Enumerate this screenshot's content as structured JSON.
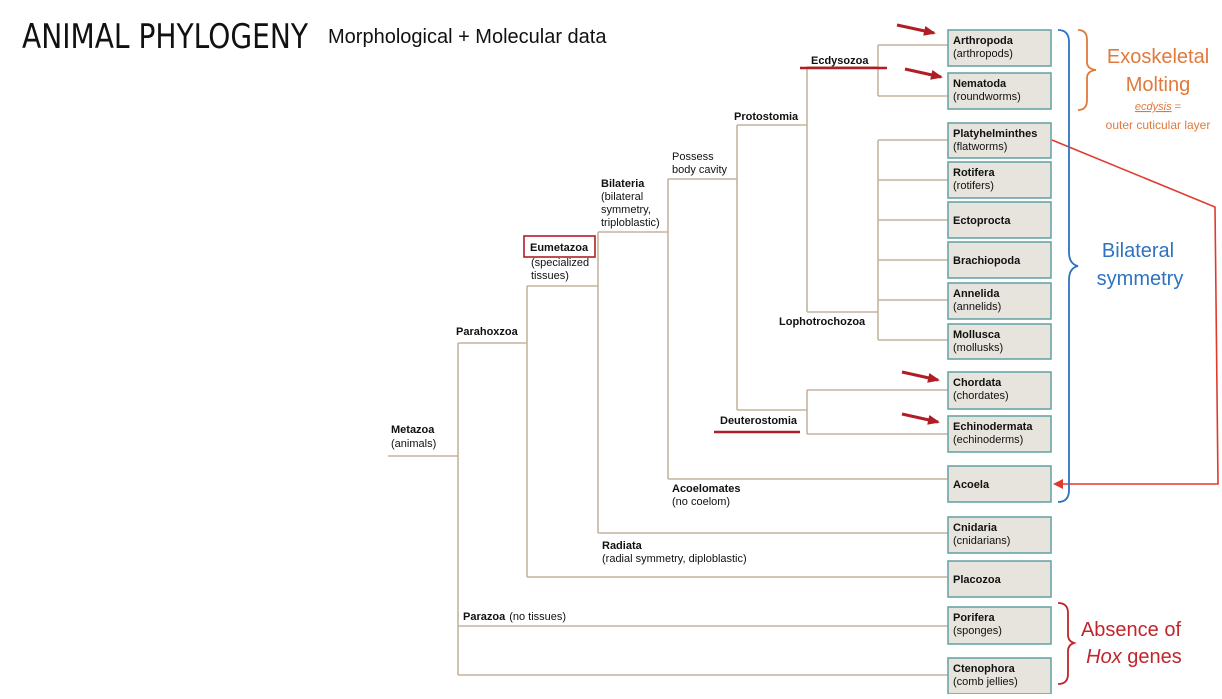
{
  "header": {
    "title": "ANIMAL PHYLOGENY",
    "subtitle": "Morphological + Molecular data"
  },
  "nodes": {
    "metazoa": {
      "name": "Metazoa",
      "desc": "(animals)"
    },
    "parahoxzoa": {
      "name": "Parahoxzoa"
    },
    "eumetazoa": {
      "name": "Eumetazoa",
      "desc1": "(specialized",
      "desc2": "tissues)"
    },
    "bilateria": {
      "name": "Bilateria",
      "desc1": "(bilateral",
      "desc2": "symmetry,",
      "desc3": "triploblastic)"
    },
    "possess": {
      "line1": "Possess",
      "line2": "body cavity"
    },
    "protostomia": {
      "name": "Protostomia"
    },
    "ecdysozoa": {
      "name": "Ecdysozoa"
    },
    "lophotrochozoa": {
      "name": "Lophotrochozoa"
    },
    "deuterostomia": {
      "name": "Deuterostomia"
    },
    "acoelomates": {
      "name": "Acoelomates",
      "desc": "(no coelom)"
    },
    "radiata": {
      "name": "Radiata",
      "desc": "(radial symmetry, diploblastic)"
    },
    "parazoa": {
      "name": "Parazoa",
      "desc": "(no tissues)"
    }
  },
  "taxa": [
    {
      "name": "Arthropoda",
      "common": "(arthropods)"
    },
    {
      "name": "Nematoda",
      "common": "(roundworms)"
    },
    {
      "name": "Platyhelminthes",
      "common": "(flatworms)"
    },
    {
      "name": "Rotifera",
      "common": "(rotifers)"
    },
    {
      "name": "Ectoprocta",
      "common": ""
    },
    {
      "name": "Brachiopoda",
      "common": ""
    },
    {
      "name": "Annelida",
      "common": "(annelids)"
    },
    {
      "name": "Mollusca",
      "common": "(mollusks)"
    },
    {
      "name": "Chordata",
      "common": "(chordates)"
    },
    {
      "name": "Echinodermata",
      "common": "(echinoderms)"
    },
    {
      "name": "Acoela",
      "common": ""
    },
    {
      "name": "Cnidaria",
      "common": "(cnidarians)"
    },
    {
      "name": "Placozoa",
      "common": ""
    },
    {
      "name": "Porifera",
      "common": "(sponges)"
    },
    {
      "name": "Ctenophora",
      "common": "(comb jellies)"
    }
  ],
  "annotations": {
    "exo1": "Exoskeletal",
    "exo2": "Molting",
    "ecdysis_word": "ecdysis",
    "ecdysis_eq": " =",
    "ecdysis_def": "outer cuticular layer",
    "bilateral1": "Bilateral",
    "bilateral2": "symmetry",
    "absence1": "Absence of",
    "absence_hox": "Hox",
    "absence_genes": " genes"
  },
  "colors": {
    "line": "#c5b49e",
    "box_fill": "#e6e4dc",
    "box_border": "#6aa5a8",
    "red": "#c0262c",
    "orange": "#e07a3c",
    "blue": "#2e73c0",
    "arrow_red": "#e03a2e",
    "dark_red": "#b01e24"
  }
}
